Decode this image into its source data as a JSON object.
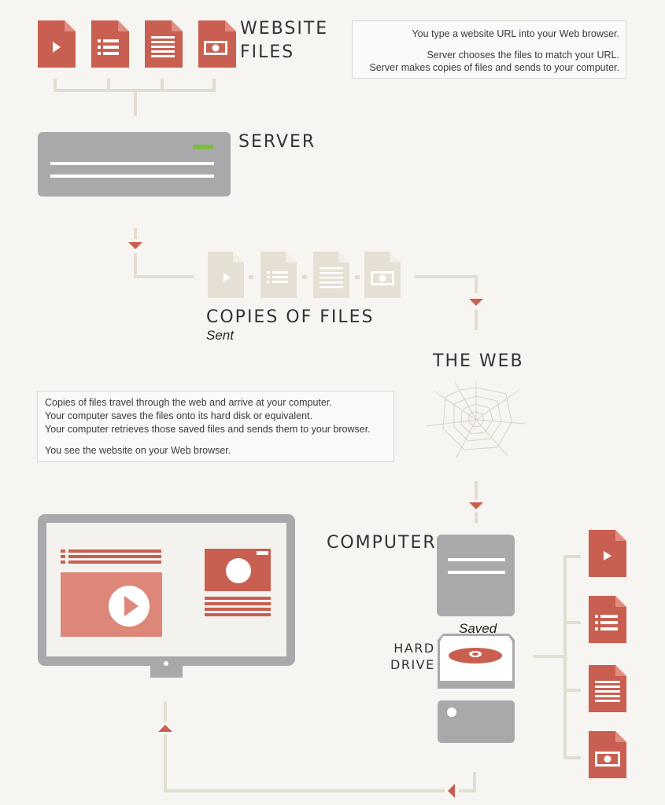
{
  "labels": {
    "website_files_1": "WEBSITE",
    "website_files_2": "FILES",
    "server": "SERVER",
    "copies": "COPIES OF FILES",
    "sent": "Sent",
    "the_web": "THE WEB",
    "computer": "COMPUTER",
    "saved": "Saved",
    "hard_1": "HARD",
    "hard_2": "DRIVE"
  },
  "info_top": {
    "line1": "You type a website URL into your Web browser.",
    "line2": "Server chooses the files to match your URL.",
    "line3": "Server makes copies of files and sends to your computer."
  },
  "info_mid": {
    "line1": "Copies of files travel through the web and arrive at your computer.",
    "line2": "Your computer saves the files onto its hard disk or equivalent.",
    "line3": "Your computer retrieves those saved files and sends them to your browser.",
    "line4": "You see the website on your Web browser."
  },
  "colors": {
    "accent": "#c95f50",
    "ghost": "#e6e0d4",
    "device": "#a9a9ab",
    "connector": "#e3ddd0",
    "server_led": "#7dbb42"
  },
  "icons": [
    "video-file-icon",
    "list-file-icon",
    "text-file-icon",
    "image-file-icon"
  ]
}
